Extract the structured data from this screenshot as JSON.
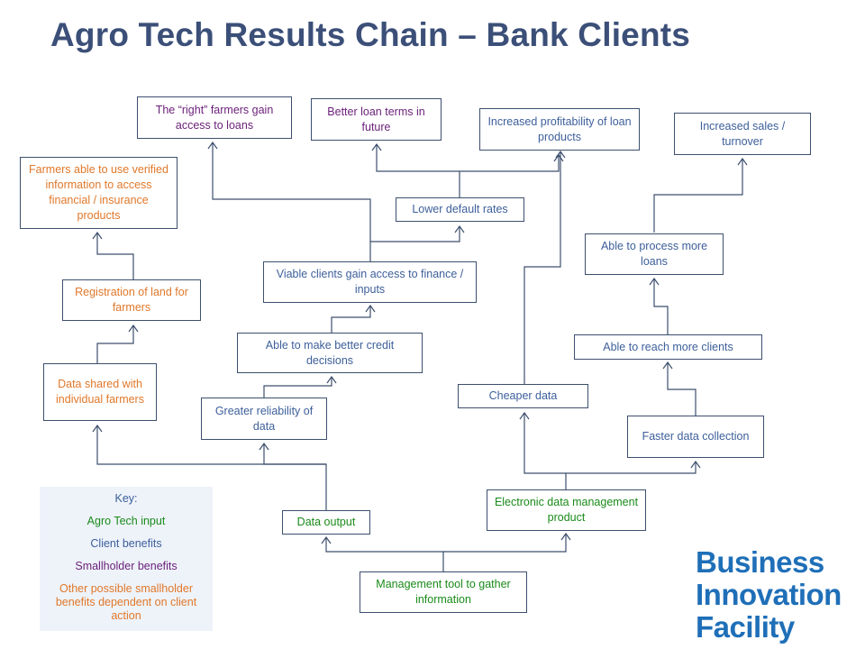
{
  "title": "Agro Tech Results Chain – Bank Clients",
  "colors": {
    "title": "#3b4f78",
    "agro_tech_input": "#1a8a1a",
    "client_benefits": "#3d5f9a",
    "smallholder_benefits": "#6a1f78",
    "other_smallholder_benefits": "#e0782a",
    "logo": "#1f6fb8"
  },
  "nodes": {
    "right_farmers": "The “right” farmers gain access to loans",
    "better_loan_terms": "Better loan terms in future",
    "increased_profitability": "Increased profitability of loan products",
    "increased_sales": "Increased sales / turnover",
    "farmers_verified_info": "Farmers able to use verified information to access financial / insurance products",
    "lower_default": "Lower default rates",
    "able_process_loans": "Able to process more loans",
    "viable_clients": "Viable clients gain access to finance / inputs",
    "registration_land": "Registration of land for farmers",
    "better_credit": "Able to make better credit decisions",
    "reach_clients": "Able to reach more clients",
    "data_shared": "Data shared with individual farmers",
    "cheaper_data": "Cheaper data",
    "greater_reliability": "Greater reliability of data",
    "faster_collection": "Faster data collection",
    "electronic_data": "Electronic data management product",
    "data_output": "Data output",
    "management_tool": "Management tool to gather information"
  },
  "key": {
    "heading": "Key:",
    "input": "Agro Tech input",
    "client": "Client benefits",
    "smallholder": "Smallholder benefits",
    "other": "Other possible smallholder benefits dependent on client action"
  },
  "logo": {
    "line1": "Business",
    "line2": "Innovation",
    "line3": "Facility"
  }
}
